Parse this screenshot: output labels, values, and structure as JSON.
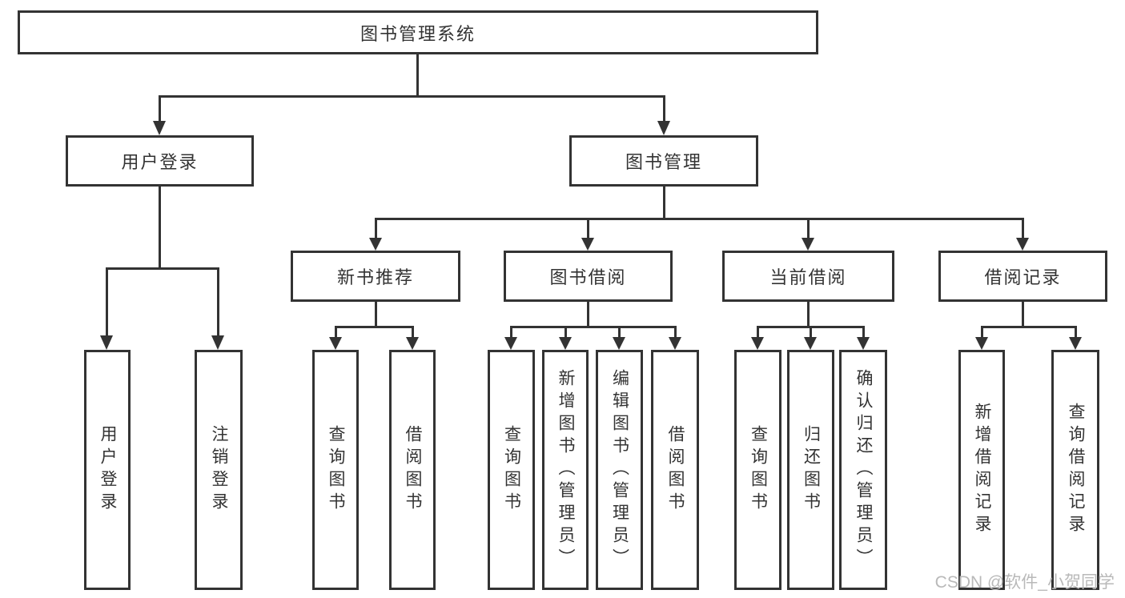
{
  "diagram": {
    "root": "图书管理系统",
    "branches": [
      {
        "label": "用户登录",
        "leaves": [
          "用户登录",
          "注销登录"
        ]
      },
      {
        "label": "图书管理",
        "sections": [
          {
            "label": "新书推荐",
            "leaves": [
              "查询图书",
              "借阅图书"
            ]
          },
          {
            "label": "图书借阅",
            "leaves": [
              "查询图书",
              "新增图书（管理员）",
              "编辑图书（管理员）",
              "借阅图书"
            ]
          },
          {
            "label": "当前借阅",
            "leaves": [
              "查询图书",
              "归还图书",
              "确认归还（管理员）"
            ]
          },
          {
            "label": "借阅记录",
            "leaves": [
              "新增借阅记录",
              "查询借阅记录"
            ]
          }
        ]
      }
    ]
  },
  "watermark": "CSDN @软件_小贺同学",
  "colors": {
    "line": "#333333",
    "text": "#333333",
    "watermark": "#b9b9b9",
    "background": "#ffffff"
  }
}
